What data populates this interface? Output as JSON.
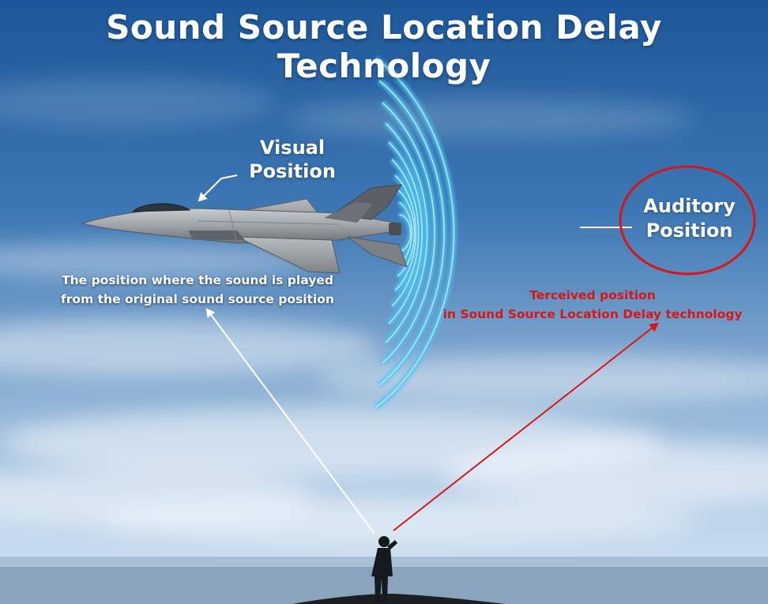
{
  "title": "Sound Source Location Delay Technology",
  "visual_position": {
    "line1": "Visual",
    "line2": "Position"
  },
  "auditory_position": {
    "line1": "Auditory",
    "line2": "Position"
  },
  "original_caption": {
    "line1": "The position where the sound is played",
    "line2": "from the original sound source position"
  },
  "perceived_caption": {
    "line1": "Terceived position",
    "line2": "in Sound Source Location Delay technology"
  },
  "colors": {
    "sky_top": "#1f5a9c",
    "sky_horizon": "#c9dced",
    "sound_wave": "#4cc4f2",
    "highlight_red": "#d91616",
    "arrow_white": "#ffffff",
    "silhouette": "#161a1f"
  }
}
